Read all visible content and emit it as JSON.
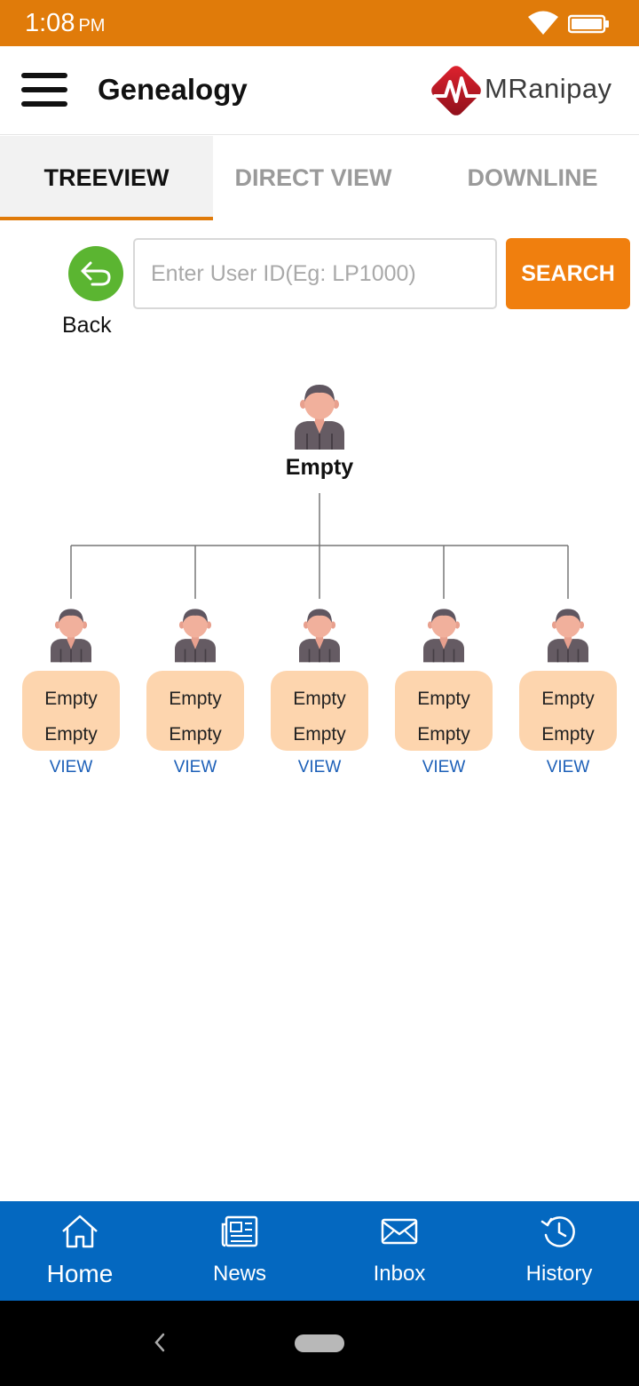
{
  "status_bar": {
    "time": "1:08",
    "ampm": "PM"
  },
  "app_bar": {
    "title": "Genealogy",
    "brand": "MRanipay"
  },
  "tabs": [
    {
      "label": "TREEVIEW",
      "active": true
    },
    {
      "label": "DIRECT VIEW",
      "active": false
    },
    {
      "label": "DOWNLINE",
      "active": false
    }
  ],
  "search": {
    "back_label": "Back",
    "placeholder": "Enter User ID(Eg: LP1000)",
    "value": "",
    "button_label": "SEARCH"
  },
  "tree": {
    "root": {
      "label": "Empty"
    },
    "children": [
      {
        "line1": "Empty",
        "line2": "Empty",
        "view": "VIEW"
      },
      {
        "line1": "Empty",
        "line2": "Empty",
        "view": "VIEW"
      },
      {
        "line1": "Empty",
        "line2": "Empty",
        "view": "VIEW"
      },
      {
        "line1": "Empty",
        "line2": "Empty",
        "view": "VIEW"
      },
      {
        "line1": "Empty",
        "line2": "Empty",
        "view": "VIEW"
      }
    ]
  },
  "bottom_nav": [
    {
      "label": "Home",
      "icon": "home-icon"
    },
    {
      "label": "News",
      "icon": "news-icon"
    },
    {
      "label": "Inbox",
      "icon": "mail-icon"
    },
    {
      "label": "History",
      "icon": "history-icon"
    }
  ],
  "colors": {
    "status_bar": "#e07b0a",
    "search_button": "#f07f0e",
    "back_button": "#5bb531",
    "card": "#fdd5ae",
    "view_link": "#1d60b8",
    "bottom_nav": "#0468c0"
  }
}
